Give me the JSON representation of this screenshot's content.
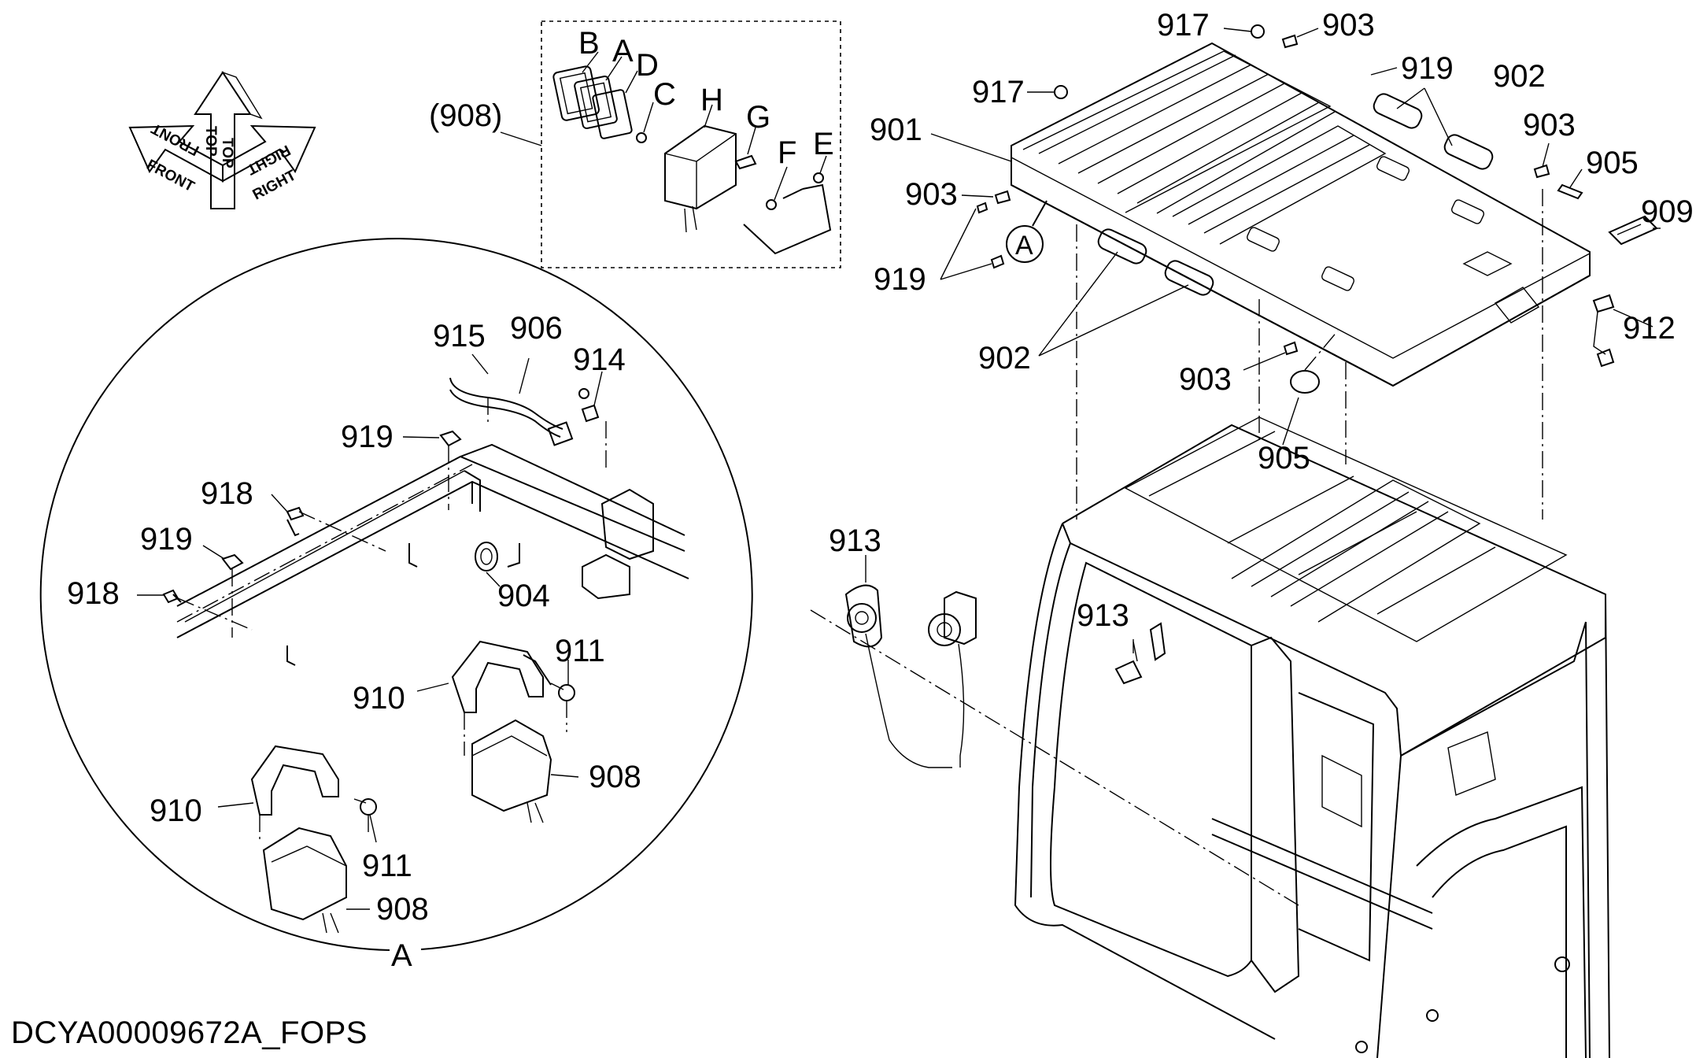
{
  "caption": "DCYA00009672A_FOPS",
  "orientation": {
    "front": "FRONT",
    "top": "TOP",
    "right": "RIGHT"
  },
  "detail": {
    "view_label": "A",
    "callout": "A"
  },
  "subassembly": {
    "ref": "(908)",
    "letters": [
      "A",
      "B",
      "C",
      "D",
      "E",
      "F",
      "G",
      "H"
    ]
  },
  "labels": {
    "p901": "901",
    "p902a": "902",
    "p902b": "902",
    "p903a": "903",
    "p903b": "903",
    "p903c": "903",
    "p903d": "903",
    "p904": "904",
    "p905a": "905",
    "p905b": "905",
    "p906": "906",
    "p908a": "908",
    "p908b": "908",
    "p909": "909",
    "p910a": "910",
    "p910b": "910",
    "p911a": "911",
    "p911b": "911",
    "p912": "912",
    "p913a": "913",
    "p913b": "913",
    "p914": "914",
    "p915": "915",
    "p917a": "917",
    "p917b": "917",
    "p918a": "918",
    "p918b": "918",
    "p919a": "919",
    "p919b": "919",
    "p919c": "919",
    "p919d": "919"
  }
}
